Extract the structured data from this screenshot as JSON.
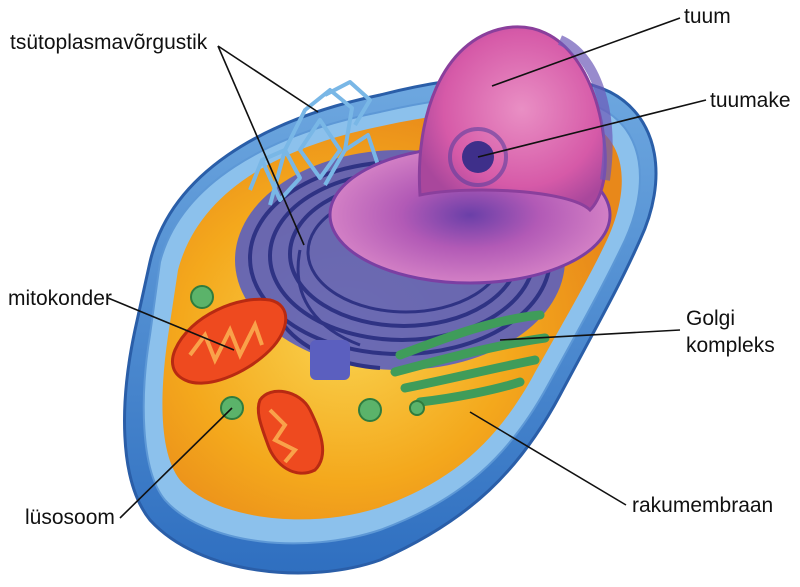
{
  "labels": {
    "endoplasmic_reticulum": "tsütoplasmavõrgustik",
    "nucleus": "tuum",
    "nucleolus": "tuumake",
    "mitochondrion": "mitokonder",
    "golgi_line1": "Golgi",
    "golgi_line2": "kompleks",
    "lysosome": "lüsosoom",
    "cell_membrane": "rakumembraan"
  },
  "colors": {
    "membrane_outer": "#3f7fc9",
    "membrane_light": "#7fb6e8",
    "cytoplasm": "#f4a81c",
    "cytoplasm_light": "#f8cf4a",
    "nucleus_pink": "#d65aa8",
    "nucleus_purple": "#8a4fb3",
    "er_blue": "#4a4fa8",
    "golgi_green": "#3f9c5a",
    "mitochondrion_red": "#e8401f",
    "lysosome_green": "#5bb36a",
    "leader_line": "#111111"
  }
}
